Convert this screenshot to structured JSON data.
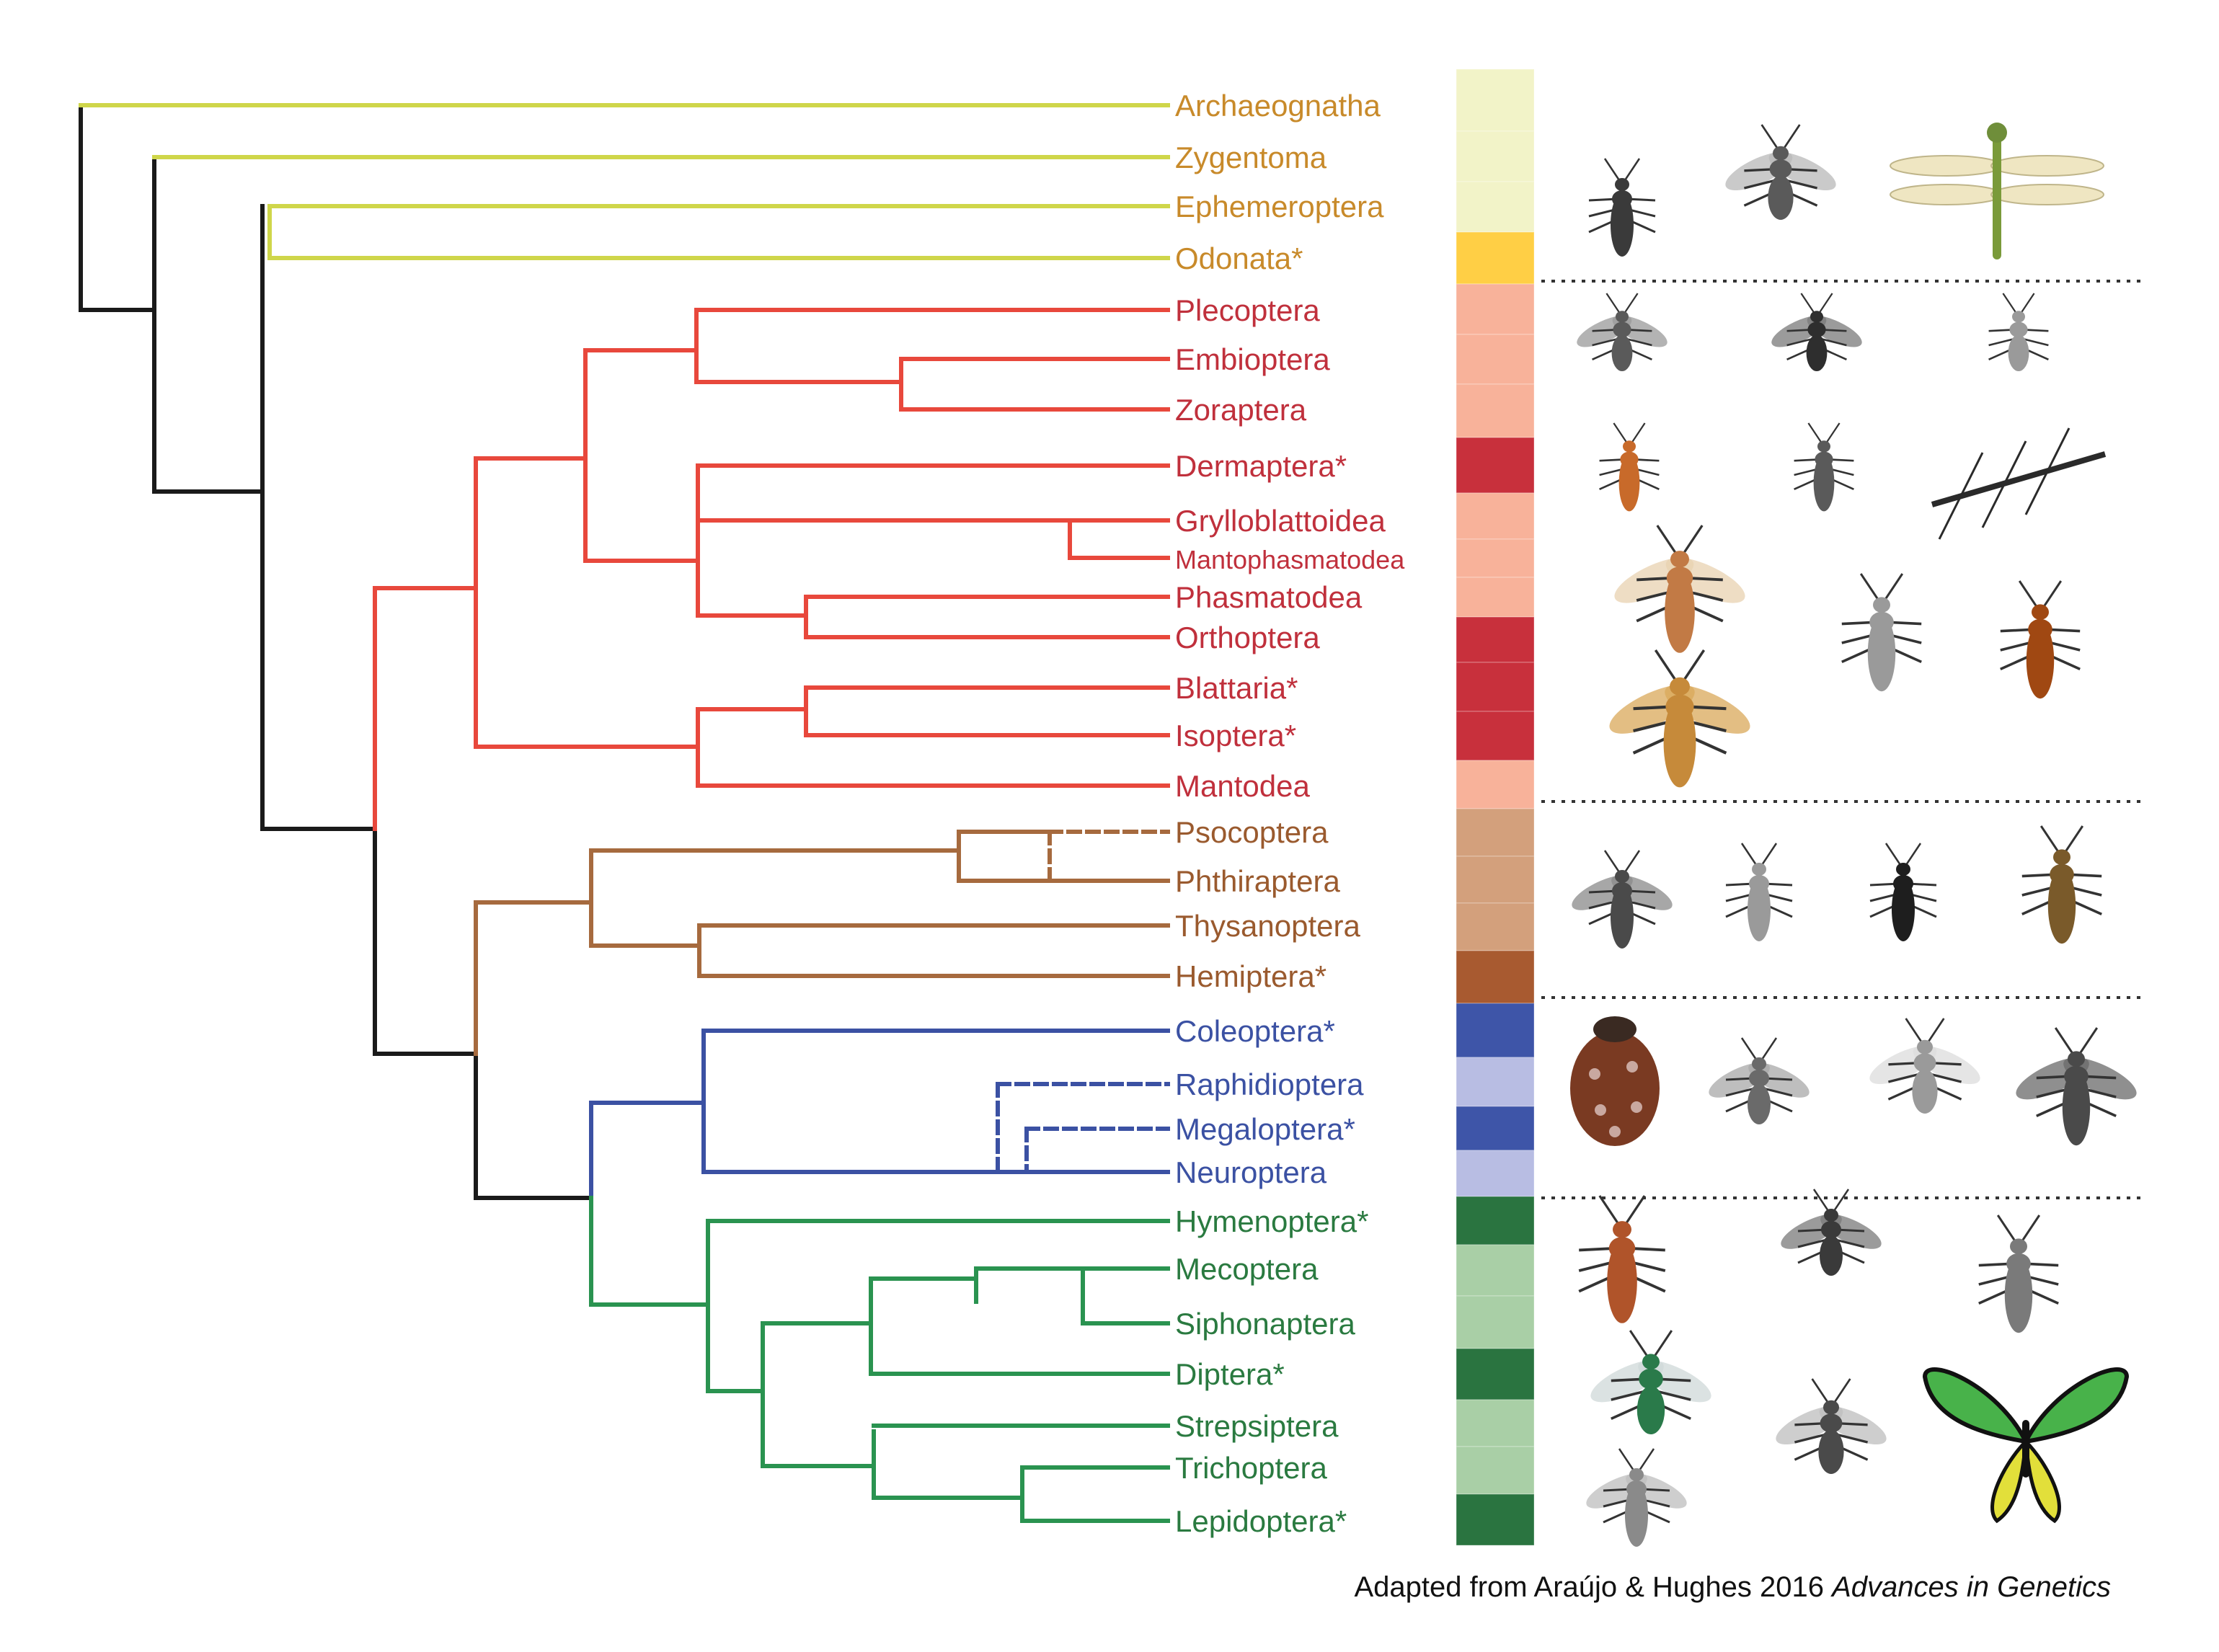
{
  "colors": {
    "basal": "#cfd64a",
    "polyneoptera": "#e8483c",
    "paraneoptera": "#a66a3e",
    "neuropterida": "#3b51a3",
    "holometabola": "#2a9350",
    "backbone": "#1a1a1a",
    "label_basal": "#c88a2a",
    "label_polyneoptera": "#c0303c",
    "label_paraneoptera": "#9a5a2e",
    "label_neuropterida": "#3b51a3",
    "label_holometabola": "#2a7a40"
  },
  "taxa": [
    {
      "name": "Archaeognatha",
      "group": "basal",
      "box": "#f2f3c8"
    },
    {
      "name": "Zygentoma",
      "group": "basal",
      "box": "#f2f3c8"
    },
    {
      "name": "Ephemeroptera",
      "group": "basal",
      "box": "#f2f3c8"
    },
    {
      "name": "Odonata*",
      "group": "basal",
      "box": "#ffcf45"
    },
    {
      "name": "Plecoptera",
      "group": "polyneoptera",
      "box": "#f8b29a"
    },
    {
      "name": "Embioptera",
      "group": "polyneoptera",
      "box": "#f8b29a"
    },
    {
      "name": "Zoraptera",
      "group": "polyneoptera",
      "box": "#f8b29a"
    },
    {
      "name": "Dermaptera*",
      "group": "polyneoptera",
      "box": "#c8303c"
    },
    {
      "name": "Grylloblattoidea",
      "group": "polyneoptera",
      "box": "#f8b29a"
    },
    {
      "name": "Mantophasmatodea",
      "group": "polyneoptera",
      "box": "#f8b29a"
    },
    {
      "name": "Phasmatodea",
      "group": "polyneoptera",
      "box": "#f8b29a"
    },
    {
      "name": "Orthoptera",
      "group": "polyneoptera",
      "box": "#c8303c"
    },
    {
      "name": "Blattaria*",
      "group": "polyneoptera",
      "box": "#c8303c"
    },
    {
      "name": "Isoptera*",
      "group": "polyneoptera",
      "box": "#c8303c"
    },
    {
      "name": "Mantodea",
      "group": "polyneoptera",
      "box": "#f8b29a"
    },
    {
      "name": "Psocoptera",
      "group": "paraneoptera",
      "box": "#d3a07c"
    },
    {
      "name": "Phthiraptera",
      "group": "paraneoptera",
      "box": "#d3a07c"
    },
    {
      "name": "Thysanoptera",
      "group": "paraneoptera",
      "box": "#d3a07c"
    },
    {
      "name": "Hemiptera*",
      "group": "paraneoptera",
      "box": "#a85a30"
    },
    {
      "name": "Coleoptera*",
      "group": "neuropterida",
      "box": "#3e55a8"
    },
    {
      "name": "Raphidioptera",
      "group": "neuropterida",
      "box": "#b8bde3"
    },
    {
      "name": "Megaloptera*",
      "group": "neuropterida",
      "box": "#3e55a8"
    },
    {
      "name": "Neuroptera",
      "group": "neuropterida",
      "box": "#b8bde3"
    },
    {
      "name": "Hymenoptera*",
      "group": "holometabola",
      "box": "#2a7440"
    },
    {
      "name": "Mecoptera",
      "group": "holometabola",
      "box": "#a9cfa6"
    },
    {
      "name": "Siphonaptera",
      "group": "holometabola",
      "box": "#a9cfa6"
    },
    {
      "name": "Diptera*",
      "group": "holometabola",
      "box": "#2a7440"
    },
    {
      "name": "Strepsiptera",
      "group": "holometabola",
      "box": "#a9cfa6"
    },
    {
      "name": "Trichoptera",
      "group": "holometabola",
      "box": "#a9cfa6"
    },
    {
      "name": "Lepidoptera*",
      "group": "holometabola",
      "box": "#2a7440"
    }
  ],
  "dashed_taxa": [
    "Psocoptera",
    "Raphidioptera",
    "Megaloptera*"
  ],
  "caption": {
    "prefix": "Adapted from Araújo & Hughes 2016 ",
    "journal": "Advances in Genetics"
  },
  "images": [
    {
      "row": 1,
      "subjects": [
        "silverfish",
        "mayfly",
        "dragonfly"
      ]
    },
    {
      "row": 2,
      "subjects": [
        "stonefly",
        "webspinner",
        "zorapteran"
      ]
    },
    {
      "row": 3,
      "subjects": [
        "earwig",
        "rock-crawler",
        "stick-insect"
      ]
    },
    {
      "row": 4,
      "subjects": [
        "termite",
        "mantis",
        "cockroach"
      ]
    },
    {
      "row": 5,
      "subjects": [
        "grasshopper"
      ]
    },
    {
      "row": 6,
      "subjects": [
        "barklouse",
        "louse",
        "thrips",
        "stink-bug"
      ]
    },
    {
      "row": 7,
      "subjects": [
        "ladybird-beetle",
        "snakefly",
        "lacewing",
        "dobsonfly"
      ]
    },
    {
      "row": 8,
      "subjects": [
        "ant",
        "scorpionfly",
        "flea"
      ]
    },
    {
      "row": 9,
      "subjects": [
        "fly",
        "twisted-wing-insect",
        "butterfly"
      ]
    },
    {
      "row": 10,
      "subjects": [
        "caddisfly"
      ]
    }
  ]
}
